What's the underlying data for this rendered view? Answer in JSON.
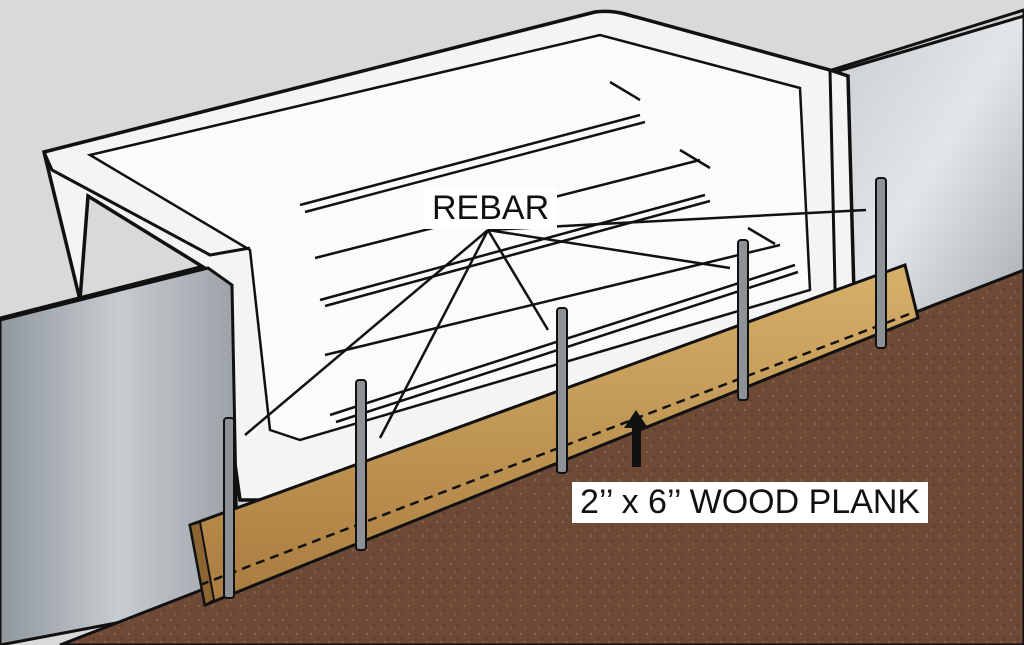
{
  "labels": {
    "rebar": "REBAR",
    "plank": "2’’ x 6’’ WOOD PLANK"
  },
  "colors": {
    "background": "#d9d9d9",
    "wall_metal": "#b9bfc4",
    "tub_white": "#f7f7f7",
    "wood": "#c49a55",
    "soil": "#6e4a36",
    "outline": "#111111"
  },
  "icons": [
    "bathtub-illustration",
    "rebar-stake",
    "wood-plank",
    "soil-ground",
    "pointer-arrow"
  ]
}
